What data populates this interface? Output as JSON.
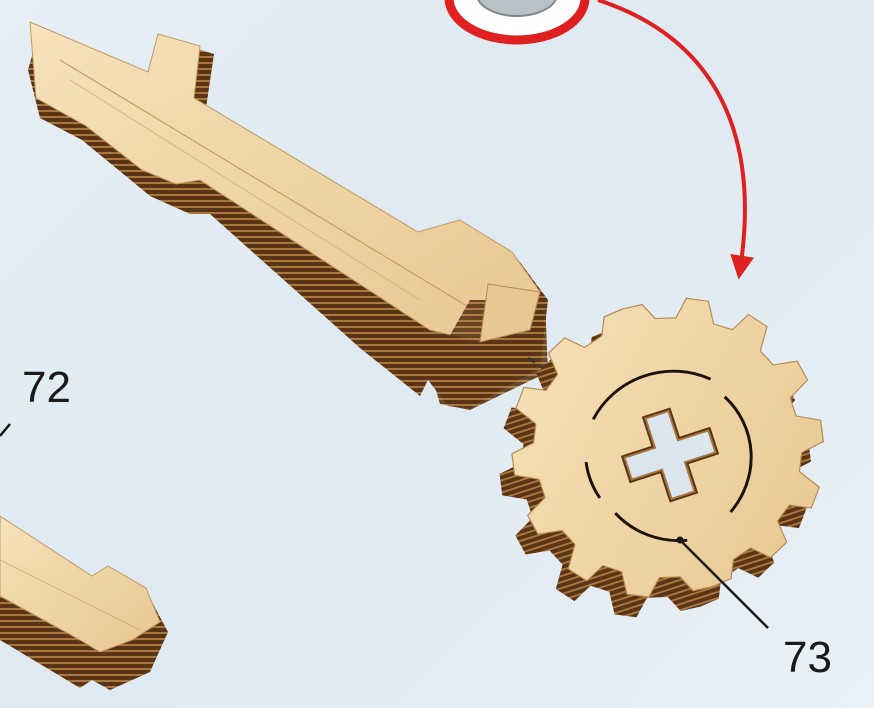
{
  "callouts": {
    "part_72": "72",
    "part_73": "73"
  },
  "colors": {
    "background": "#e4edf3",
    "wood_face": "#f1d9ac",
    "wood_edge_dark": "#5a3414",
    "wood_edge_mid": "#a8773f",
    "arrow": "#e02020",
    "callout_ring": "#e02020"
  },
  "icons": {
    "axle": "wooden-axle",
    "gear": "wooden-gear",
    "washer": "washer-in-red-ring",
    "arrow": "curved-red-arrow"
  }
}
